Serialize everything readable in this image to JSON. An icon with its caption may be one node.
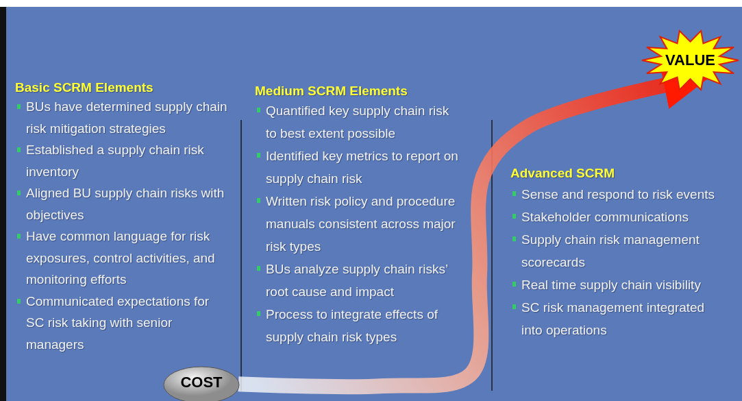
{
  "diagram": {
    "nodes": [
      {
        "text": [
          "COST"
        ]
      },
      {
        "text": [
          "VALUE"
        ]
      }
    ],
    "edges": [
      {
        "from": 0,
        "to": 1,
        "arrow": "to",
        "style": "thick",
        "color": "#ff1a00"
      }
    ],
    "labels": [
      "Basic SCRM  Elements",
      "BUs have determined supply chain risk mitigation strategies",
      "Established a supply chain risk inventory",
      "Aligned BU supply chain risks with objectives",
      "Have common language for risk exposures, control activities, and monitoring efforts",
      "Communicated expectations for SC risk taking with senior managers",
      "Medium SCRM Elements",
      "Quantified key supply chain risk to best extent possible",
      "Identified key metrics to report on supply chain risk",
      "Written risk policy and procedure manuals consistent across major risk types",
      "BUs analyze supply chain risks’ root cause and impact",
      "Process to integrate effects of supply chain risk types",
      "Advanced SCRM",
      "Sense and respond to risk events",
      "Stakeholder communications",
      "Supply chain risk management scorecards",
      "Real time supply chain visibility",
      "SC risk management integrated into operations"
    ]
  }
}
